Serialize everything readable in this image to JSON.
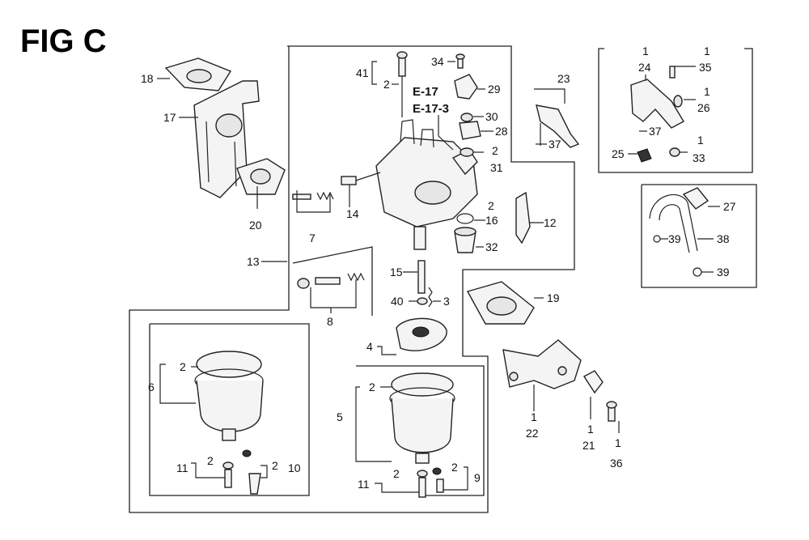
{
  "figure": {
    "title": "FIG C"
  },
  "labels": {
    "l18": "18",
    "l17": "17",
    "l20": "20",
    "l13": "13",
    "l7": "7",
    "l14": "14",
    "l41": "41",
    "l2a": "2",
    "l34": "34",
    "l29": "29",
    "e17": "E-17",
    "e173": "E-17-3",
    "l30": "30",
    "l28": "28",
    "l2b": "2",
    "l31": "31",
    "l2c": "2",
    "l16": "16",
    "l12": "12",
    "l32": "32",
    "l23": "23",
    "l37a": "37",
    "l1a": "1",
    "l24": "24",
    "l1b": "1",
    "l35": "35",
    "l1c": "1",
    "l26": "26",
    "l37b": "37",
    "l1d": "1",
    "l33": "33",
    "l25": "25",
    "l27": "27",
    "l38": "38",
    "l39a": "39",
    "l39b": "39",
    "l8": "8",
    "l15": "15",
    "l40": "40",
    "l3": "3",
    "l19": "19",
    "l4": "4",
    "l6": "6",
    "l2d": "2",
    "l5": "5",
    "l2e": "2",
    "l11a": "11",
    "l2f": "2",
    "l10": "10",
    "l2g": "2",
    "l11b": "11",
    "l2h": "2",
    "l2i": "2",
    "l9": "9",
    "l1e": "1",
    "l22": "22",
    "l1f": "1",
    "l21": "21",
    "l1g": "1",
    "l36": "36"
  }
}
